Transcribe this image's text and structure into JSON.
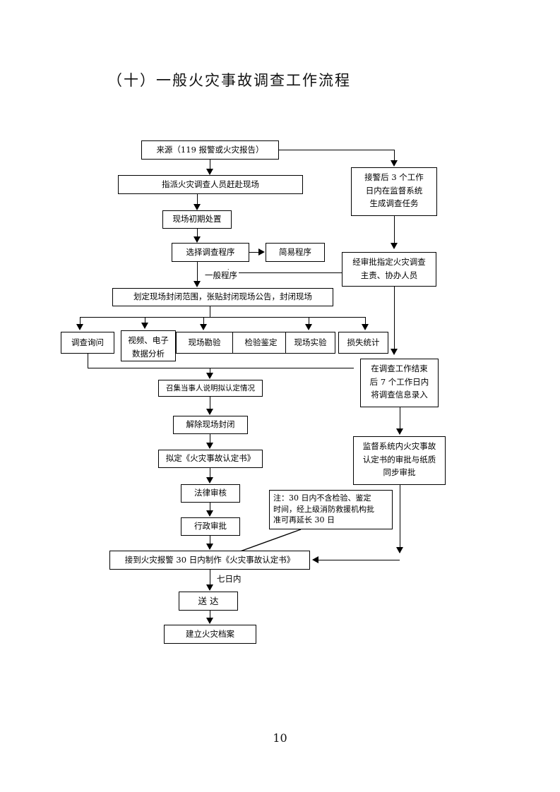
{
  "page": {
    "title": "（十）一般火灾事故调查工作流程",
    "page_number": "10"
  },
  "nodes": {
    "source": "来源（119 报警或火灾报告）",
    "dispatch": "指派火灾调查人员赶赴现场",
    "initial_disposal": "现场初期处置",
    "choose_procedure": "选择调查程序",
    "simple_procedure": "简易程序",
    "seal_scene": "划定现场封闭范围，张贴封闭现场公告，封闭现场",
    "investigate_inquiry": "调查询问",
    "video_data_l1": "视频、电子",
    "video_data_l2": "数据分析",
    "site_survey": "现场勘验",
    "inspection_appraisal": "检验鉴定",
    "site_experiment": "现场实验",
    "loss_statistics": "损失统计",
    "convene_parties": "召集当事人说明拟认定情况",
    "unseal_scene": "解除现场封闭",
    "draft_determination": "拟定《火灾事故认定书》",
    "legal_review": "法律审核",
    "administrative_approval": "行政审批",
    "make_determination": "接到火灾报警 30 日内制作《火灾事故认定书》",
    "deliver": "送 达",
    "build_archive": "建立火灾档案",
    "task_gen_l1": "接警后 3 个工作",
    "task_gen_l2": "日内在监督系统",
    "task_gen_l3": "生成调查任务",
    "assign_staff_l1": "经审批指定火灾调查",
    "assign_staff_l2": "主责、协办人员",
    "record_info_l1": "在调查工作结束",
    "record_info_l2": "后 7 个工作日内",
    "record_info_l3": "将调查信息录入",
    "sync_approval_l1": "监督系统内火灾事故",
    "sync_approval_l2": "认定书的审批与纸质",
    "sync_approval_l3": "同步审批"
  },
  "note": {
    "line1": "注：30 日内不含检验、鉴定",
    "line2": "时间，经上级消防救援机构批",
    "line3": "准可再延长 30 日"
  },
  "edge_labels": {
    "general_procedure": "一般程序",
    "within_seven_days": "七日内"
  },
  "colors": {
    "line": "#000000",
    "background": "#ffffff",
    "text": "#000000"
  }
}
